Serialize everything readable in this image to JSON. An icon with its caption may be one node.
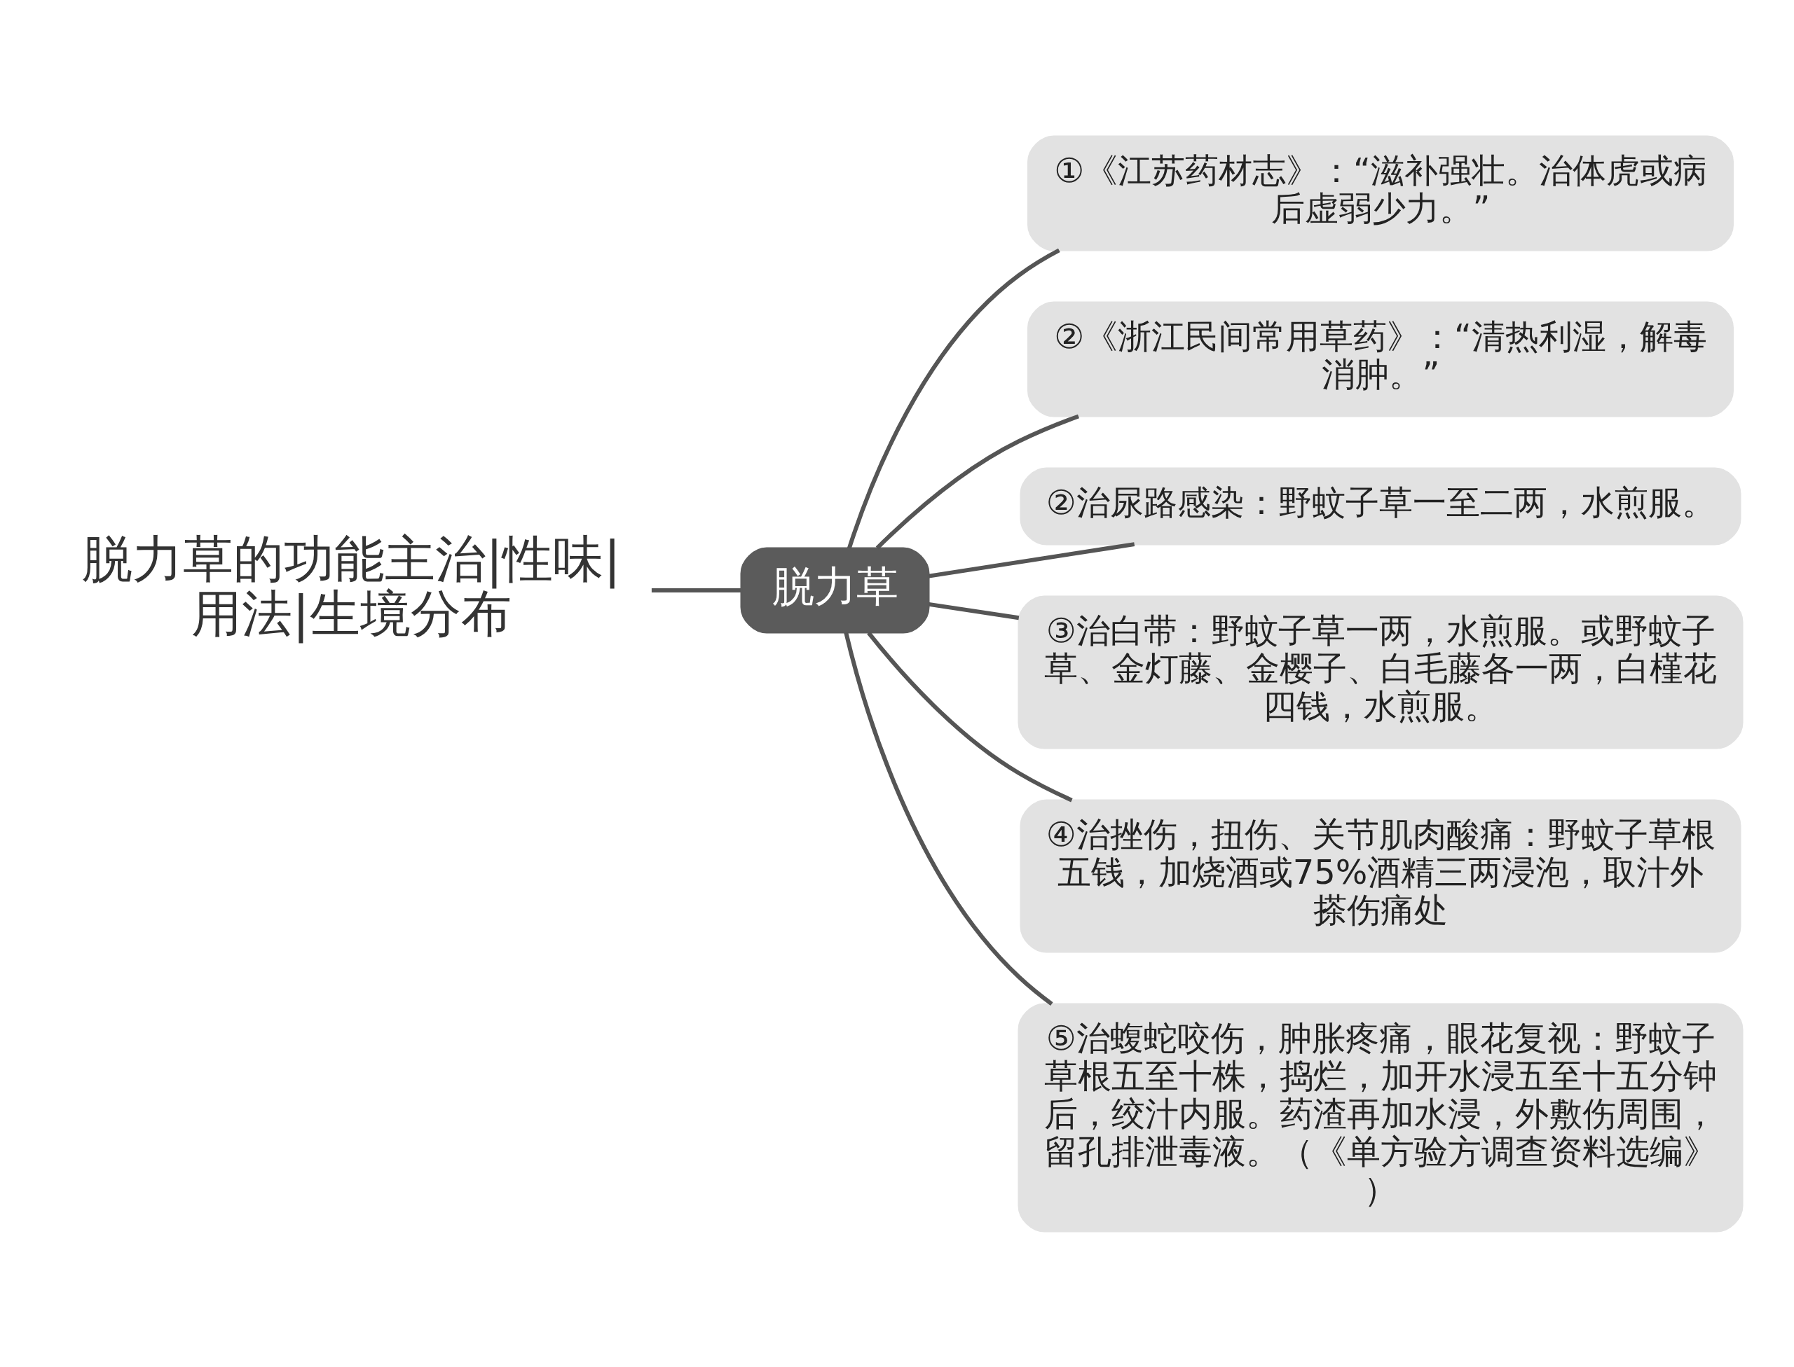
{
  "diagram": {
    "nodes": [
      {
        "text": [
          "脱力草的功能主治|性味|用法|生境分布"
        ]
      },
      {
        "text": [
          "脱力草"
        ]
      },
      {
        "text": [
          "①《江苏药材志》：“滋补强壮。治体虎或病后虚弱少力。”"
        ]
      },
      {
        "text": [
          "②《浙江民间常用草药》：“清热利湿，解毒消肿。”"
        ]
      },
      {
        "text": [
          "②治尿路感染：野蚊子草一至二两，水煎服。"
        ]
      },
      {
        "text": [
          "③治白带：野蚊子草一两，水煎服。或野蚊子草、金灯藤、金樱子、白毛藤各一两，白槿花四钱，水煎服。"
        ]
      },
      {
        "text": [
          "④治挫伤，扭伤、关节肌肉酸痛：野蚊子草根五钱，加烧酒或75%酒精三两浸泡，取汁外搽伤痛处"
        ]
      },
      {
        "text": [
          "⑤治蝮蛇咬伤，肿胀疼痛，眼花复视：野蚊子草根五至十株，捣烂，加开水浸五至十五分钟后，绞汁内服。药渣再加水浸，外敷伤周围，留孔排泄毒液。（《单方验方调查资料选编》）"
        ]
      }
    ],
    "edges": [
      {
        "from": 0,
        "to": 1,
        "arrow": "none"
      },
      {
        "from": 1,
        "to": 2,
        "arrow": "none"
      },
      {
        "from": 1,
        "to": 3,
        "arrow": "none"
      },
      {
        "from": 1,
        "to": 4,
        "arrow": "none"
      },
      {
        "from": 1,
        "to": 5,
        "arrow": "none"
      },
      {
        "from": 1,
        "to": 6,
        "arrow": "none"
      },
      {
        "from": 1,
        "to": 7,
        "arrow": "none"
      }
    ]
  }
}
